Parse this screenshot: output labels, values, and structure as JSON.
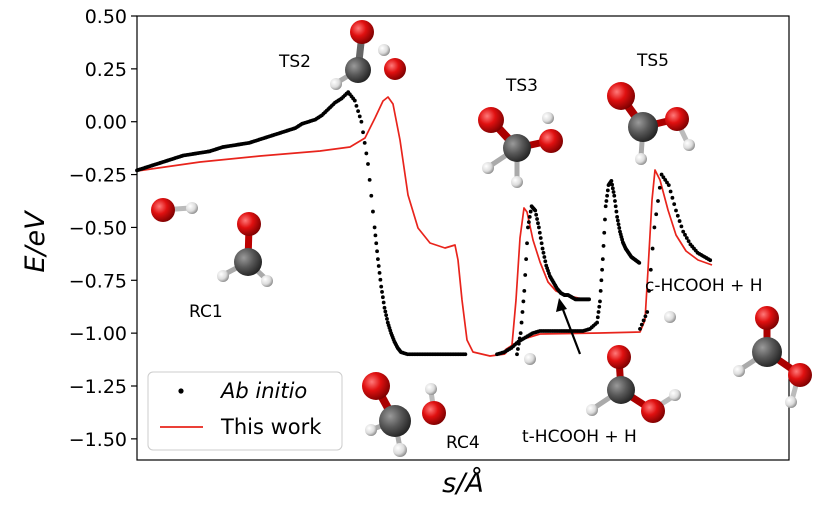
{
  "chart_data": {
    "type": "line",
    "xlabel": "s/Å",
    "ylabel": "E/eV",
    "ylim": [
      -1.6,
      0.5
    ],
    "yticks": [
      0.5,
      0.25,
      0.0,
      -0.25,
      -0.5,
      -0.75,
      -1.0,
      -1.25,
      -1.5
    ],
    "ytick_labels": [
      "0.50",
      "0.25",
      "0.00",
      "−0.25",
      "−0.50",
      "−0.75",
      "−1.00",
      "−1.25",
      "−1.50"
    ],
    "xlim": [
      0,
      1
    ],
    "grid": false,
    "legend": {
      "placement": "lower-left",
      "entries": [
        {
          "label": "Ab initio",
          "style": "dots",
          "italic": true
        },
        {
          "label": "This work",
          "style": "line"
        }
      ]
    },
    "series": [
      {
        "name": "Ab initio",
        "style": "dots",
        "color": "#000000",
        "segments": [
          {
            "x": [
              0.0,
              0.02,
              0.04,
              0.06,
              0.08,
              0.1,
              0.12,
              0.14,
              0.16,
              0.18,
              0.2,
              0.22,
              0.24,
              0.26,
              0.28,
              0.3,
              0.32,
              0.34,
              0.36,
              0.38,
              0.4,
              0.42,
              0.44,
              0.46,
              0.48,
              0.5,
              0.52,
              0.54,
              0.56,
              0.58,
              0.6,
              0.62,
              0.64,
              0.66,
              0.68,
              0.7,
              0.72,
              0.73,
              0.74,
              0.75,
              0.76,
              0.77,
              0.78,
              0.79,
              0.8,
              0.82,
              0.84,
              0.86,
              0.88,
              0.9,
              0.92,
              0.94,
              0.96,
              0.98,
              1.0
            ],
            "y": [
              -0.23,
              -0.22,
              -0.21,
              -0.2,
              -0.19,
              -0.18,
              -0.17,
              -0.16,
              -0.155,
              -0.15,
              -0.145,
              -0.14,
              -0.13,
              -0.12,
              -0.115,
              -0.11,
              -0.105,
              -0.1,
              -0.09,
              -0.08,
              -0.07,
              -0.06,
              -0.05,
              -0.04,
              -0.03,
              -0.01,
              0.0,
              0.01,
              0.03,
              0.06,
              0.09,
              0.11,
              0.14,
              0.1,
              0.0,
              -0.2,
              -0.5,
              -0.65,
              -0.78,
              -0.88,
              -0.95,
              -1.0,
              -1.04,
              -1.07,
              -1.09,
              -1.1,
              -1.1,
              -1.1,
              -1.1,
              -1.1,
              -1.1,
              -1.1,
              -1.1,
              -1.1,
              -1.1
            ]
          },
          {
            "x": [
              0.0,
              0.05,
              0.1,
              0.15,
              0.2,
              0.25,
              0.3,
              0.35,
              0.4,
              0.45,
              0.5,
              0.55,
              0.6,
              0.65,
              0.7,
              0.72,
              0.74,
              0.76,
              0.78,
              0.8,
              0.82,
              0.84,
              0.86,
              0.88,
              0.9,
              0.92,
              0.94,
              0.96,
              0.98,
              1.0
            ],
            "y": [
              -1.1,
              -1.09,
              -1.07,
              -1.04,
              -1.02,
              -1.0,
              -0.99,
              -0.99,
              -0.99,
              -0.99,
              -0.99,
              -0.99,
              -0.99,
              -0.98,
              -0.95,
              -0.85,
              -0.65,
              -0.4,
              -0.3,
              -0.28,
              -0.35,
              -0.45,
              -0.52,
              -0.57,
              -0.6,
              -0.62,
              -0.64,
              -0.65,
              -0.66,
              -0.67
            ]
          },
          {
            "x": [
              0.0,
              0.05,
              0.1,
              0.15,
              0.2,
              0.25,
              0.3,
              0.35,
              0.4,
              0.45,
              0.5,
              0.55,
              0.6,
              0.65,
              0.7,
              0.75,
              0.8,
              0.85,
              0.9,
              0.95,
              1.0
            ],
            "y": [
              -1.1,
              -1.0,
              -0.8,
              -0.5,
              -0.4,
              -0.42,
              -0.5,
              -0.6,
              -0.68,
              -0.73,
              -0.76,
              -0.79,
              -0.81,
              -0.82,
              -0.82,
              -0.83,
              -0.84,
              -0.84,
              -0.84,
              -0.84,
              -0.84
            ]
          }
        ]
      },
      {
        "name": "This work",
        "style": "line",
        "color": "#e8241c"
      }
    ],
    "annotations": [
      {
        "text": "TS2"
      },
      {
        "text": "TS3"
      },
      {
        "text": "TS5"
      },
      {
        "text": "RC1"
      },
      {
        "text": "RC4"
      },
      {
        "text": "c-HCOOH + H"
      },
      {
        "text": "t-HCOOH + H"
      }
    ]
  },
  "colors": {
    "oxygen": "#e01010",
    "carbon": "#585858",
    "hydrogen": "#e8e8e8",
    "ab_initio": "#000000",
    "this_work": "#e8241c"
  }
}
